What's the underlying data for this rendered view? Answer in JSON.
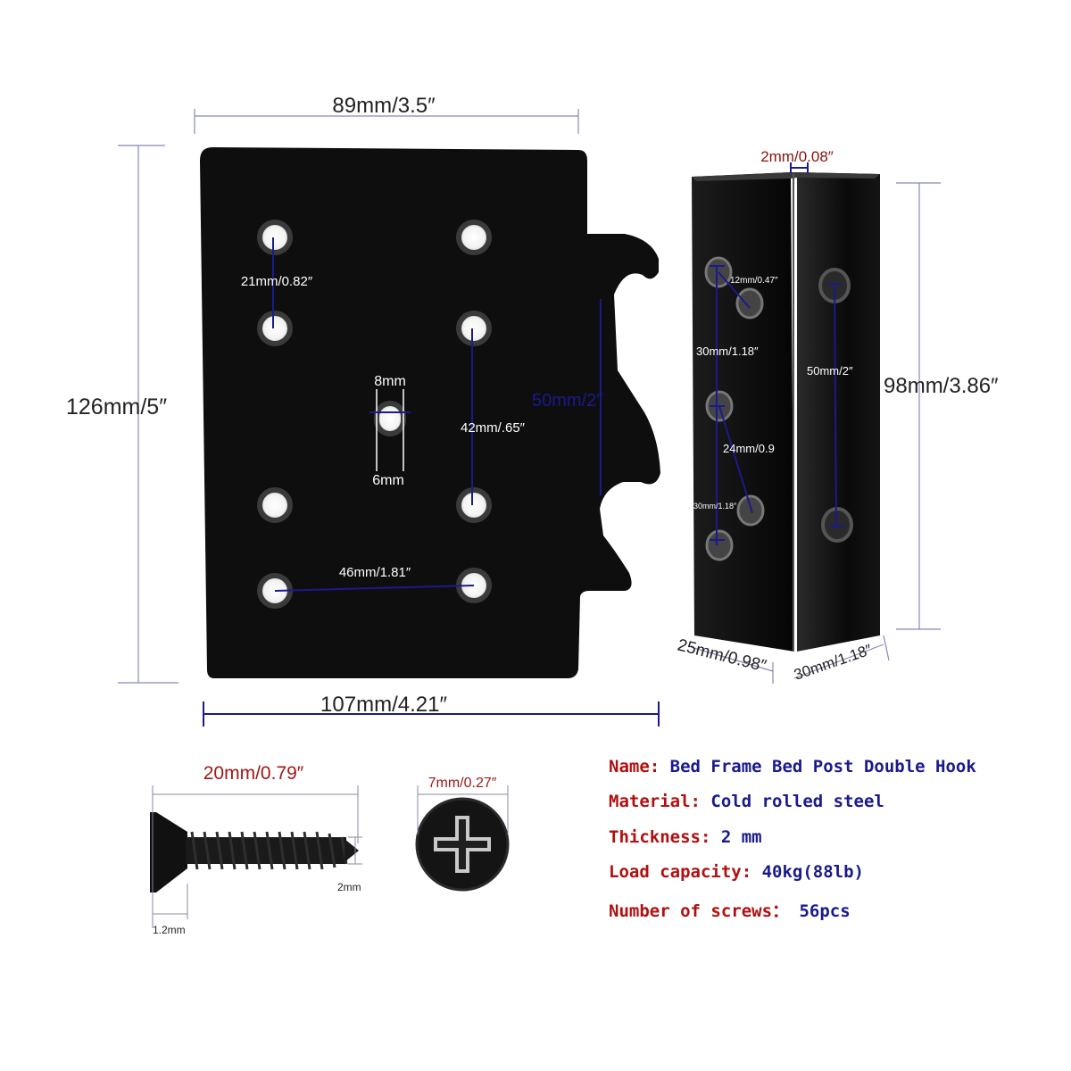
{
  "plate": {
    "width_top": "89mm/3.5″",
    "height": "126mm/5″",
    "width_bottom": "107mm/4.21″",
    "hole_spacing_vertical": "21mm/0.82″",
    "slot_width": "8mm",
    "slot_height": "6mm",
    "hole_spacing_right": "42mm/.65″",
    "hook_spacing": "50mm/2″",
    "hole_spacing_horizontal": "46mm/1.81″"
  },
  "bracket": {
    "thickness": "2mm/0.08″",
    "height": "98mm/3.86″",
    "hole_12": "12mm/0.47″",
    "hole_30a": "30mm/1.18″",
    "hole_50": "50mm/2″",
    "hole_24": "24mm/0.9",
    "hole_30b": "30mm/1.18″",
    "side_a": "25mm/0.98″",
    "side_b": "30mm/1.18″"
  },
  "screw": {
    "length": "20mm/0.79″",
    "thread_dia": "2mm",
    "head_depth": "1.2mm",
    "head_dia": "7mm/0.27″"
  },
  "specs": [
    {
      "key": "Name:",
      "value": " Bed Frame Bed Post Double Hook"
    },
    {
      "key": "Material:",
      "value": " Cold rolled steel"
    },
    {
      "key": "Thickness:",
      "value": " 2 mm"
    },
    {
      "key": "Load capacity:",
      "value": " 40kg(88lb)"
    },
    {
      "key": "Number of screws：",
      "value": " 56pcs"
    }
  ],
  "colors": {
    "dim_line": "#1a1a8c",
    "metal": "#0e0e0e",
    "spec_key": "#b01010",
    "spec_value": "#1a1a8c"
  }
}
